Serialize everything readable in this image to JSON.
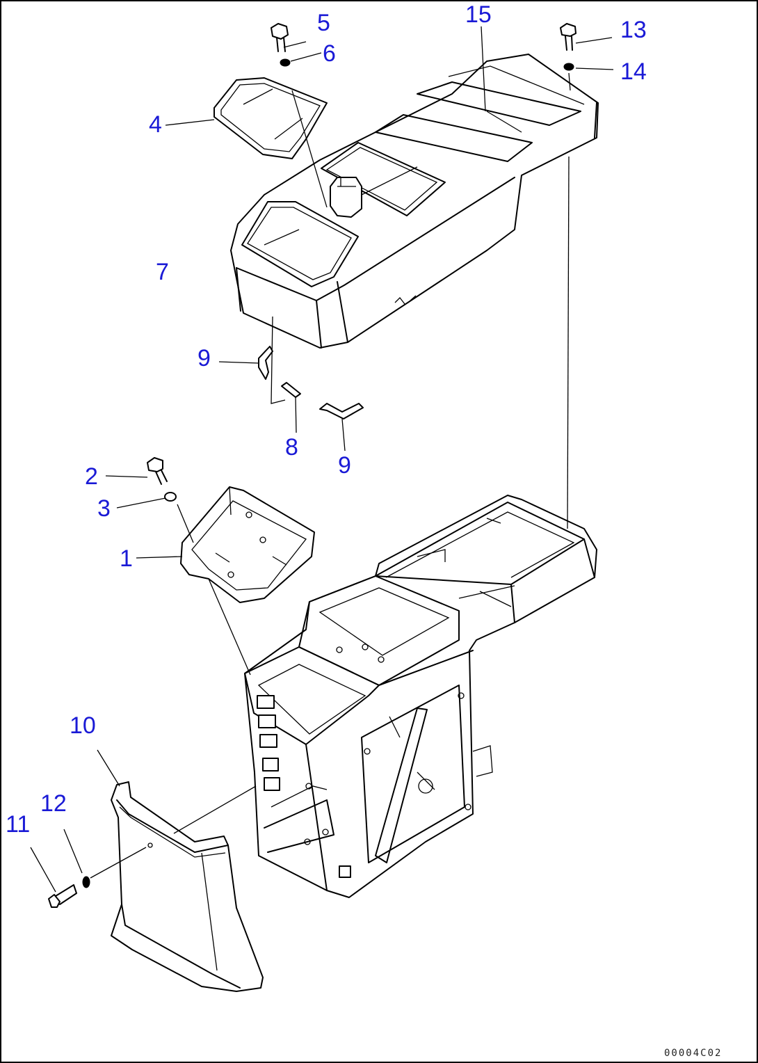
{
  "part_labels": {
    "p1": "1",
    "p2": "2",
    "p3": "3",
    "p4": "4",
    "p5": "5",
    "p6": "6",
    "p7": "7",
    "p8": "8",
    "p9a": "9",
    "p9b": "9",
    "p10": "10",
    "p11": "11",
    "p12": "12",
    "p13": "13",
    "p14": "14",
    "p15": "15"
  },
  "drawing_code": "00004C02",
  "colors": {
    "label": "#1a1ad6",
    "line": "#000000",
    "background": "#ffffff"
  }
}
